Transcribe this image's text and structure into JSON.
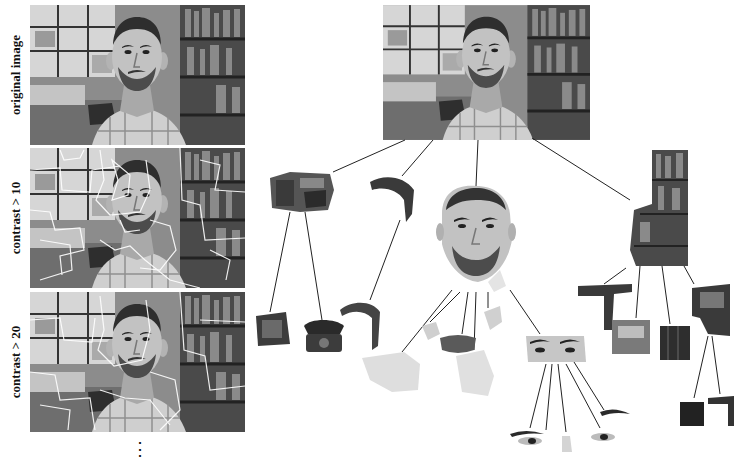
{
  "diagram": {
    "labels": [
      "original image",
      "contrast > 10",
      "contrast > 20",
      "⋮"
    ]
  }
}
